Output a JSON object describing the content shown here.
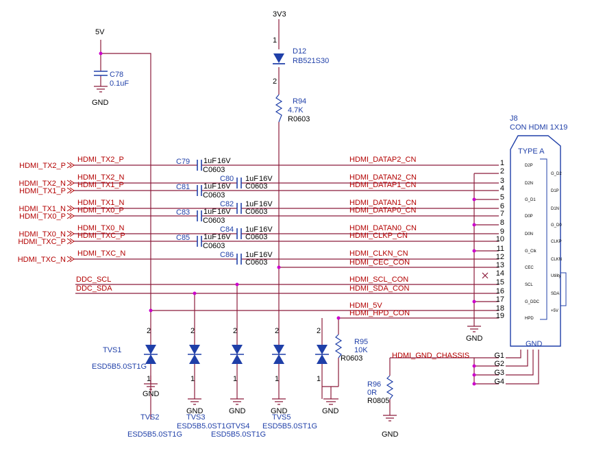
{
  "power": {
    "v5": "5V",
    "v3v3": "3V3",
    "gnd": "GND"
  },
  "c78": {
    "ref": "C78",
    "value": "0.1uF"
  },
  "d12": {
    "ref": "D12",
    "part": "RB521S30",
    "pin1": "1",
    "pin2": "2"
  },
  "r94": {
    "ref": "R94",
    "value": "4.7K",
    "pkg": "R0603"
  },
  "j8": {
    "ref": "J8",
    "part": "CON HDMI 1X19",
    "type": "TYPE A",
    "gnd": "GND",
    "inner": [
      "D2P",
      "D2N",
      "G_D1",
      "D0P",
      "D0N",
      "G_Clk",
      "CEC",
      "SCL",
      "G_DDC",
      "HPD",
      "G_D2",
      "D1P",
      "D1N",
      "G_D0",
      "CLKP",
      "CLKN",
      "Utility",
      "SDA",
      "+5V"
    ],
    "pins": [
      "1",
      "2",
      "3",
      "4",
      "5",
      "6",
      "7",
      "8",
      "9",
      "10",
      "11",
      "12",
      "13",
      "14",
      "15",
      "16",
      "17",
      "18",
      "19"
    ],
    "gpins": [
      "G1",
      "G2",
      "G3",
      "G4"
    ]
  },
  "ports": [
    "HDMI_TX2_P",
    "HDMI_TX2_N",
    "HDMI_TX1_P",
    "HDMI_TX1_N",
    "HDMI_TX0_P",
    "HDMI_TX0_N",
    "HDMI_TXC_P",
    "HDMI_TXC_N"
  ],
  "nets_left": [
    "HDMI_TX2_P",
    "HDMI_TX2_N",
    "HDMI_TX1_P",
    "HDMI_TX1_N",
    "HDMI_TX0_P",
    "HDMI_TX0_N",
    "HDMI_TXC_P",
    "HDMI_TXC_N",
    "DDC_SCL",
    "DDC_SDA"
  ],
  "nets_right": [
    "HDMI_DATAP2_CN",
    "HDMI_DATAN2_CN",
    "HDMI_DATAP1_CN",
    "HDMI_DATAN1_CN",
    "HDMI_DATAP0_CN",
    "HDMI_DATAN0_CN",
    "HDMI_CLKP_CN",
    "HDMI_CLKN_CN",
    "HDMI_CEC_CON",
    "HDMI_SCL_CON",
    "HDMI_SDA_CON",
    "HDMI_5V",
    "HDMI_HPD_CON",
    "HDMI_GND_CHASSIS"
  ],
  "caps": [
    {
      "ref": "C79",
      "value": "1uF",
      "volt": "16V",
      "pkg": "C0603"
    },
    {
      "ref": "C80",
      "value": "1uF",
      "volt": "16V",
      "pkg": "C0603"
    },
    {
      "ref": "C81",
      "value": "1uF",
      "volt": "16V",
      "pkg": "C0603"
    },
    {
      "ref": "C82",
      "value": "1uF",
      "volt": "16V",
      "pkg": "C0603"
    },
    {
      "ref": "C83",
      "value": "1uF",
      "volt": "16V",
      "pkg": "C0603"
    },
    {
      "ref": "C84",
      "value": "1uF",
      "volt": "16V",
      "pkg": "C0603"
    },
    {
      "ref": "C85",
      "value": "1uF",
      "volt": "16V",
      "pkg": "C0603"
    },
    {
      "ref": "C86",
      "value": "1uF",
      "volt": "16V",
      "pkg": "C0603"
    }
  ],
  "tvs": [
    {
      "ref": "TVS1",
      "part": "ESD5B5.0ST1G"
    },
    {
      "ref": "TVS2",
      "part": "ESD5B5.0ST1G"
    },
    {
      "ref": "TVS3",
      "part": "ESD5B5.0ST1G"
    },
    {
      "ref": "TVS4",
      "part": "ESD5B5.0ST1G"
    },
    {
      "ref": "TVS5",
      "part": "ESD5B5.0ST1G"
    }
  ],
  "r95": {
    "ref": "R95",
    "value": "10K",
    "pkg": "R0603"
  },
  "r96": {
    "ref": "R96",
    "value": "0R",
    "pkg": "R0805"
  },
  "pin1": "1",
  "pin2": "2",
  "colors": {
    "wire": "#8b1a3a",
    "net": "#b30000",
    "label": "#1f3fa8",
    "body": "#1f3fa8"
  }
}
